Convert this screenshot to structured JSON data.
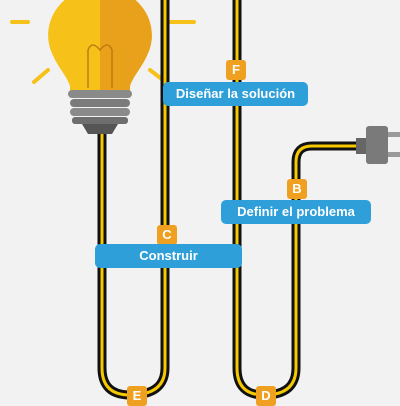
{
  "steps": [
    {
      "letter": "F",
      "label": "Diseñar la solución"
    },
    {
      "letter": "B",
      "label": "Definir el problema"
    },
    {
      "letter": "C",
      "label": "Construir"
    },
    {
      "letter": "E",
      "label": ""
    },
    {
      "letter": "D",
      "label": ""
    }
  ],
  "colors": {
    "background": "#f2f2f2",
    "cable": "#111111",
    "cable_stripe": "#f5c800",
    "badge": "#f0a020",
    "label": "#2e9fd8",
    "bulb_light": "#f6c21a",
    "bulb_shade": "#e9a01a",
    "bulb_base": "#8a8a8a",
    "plug": "#7a7a7a"
  }
}
